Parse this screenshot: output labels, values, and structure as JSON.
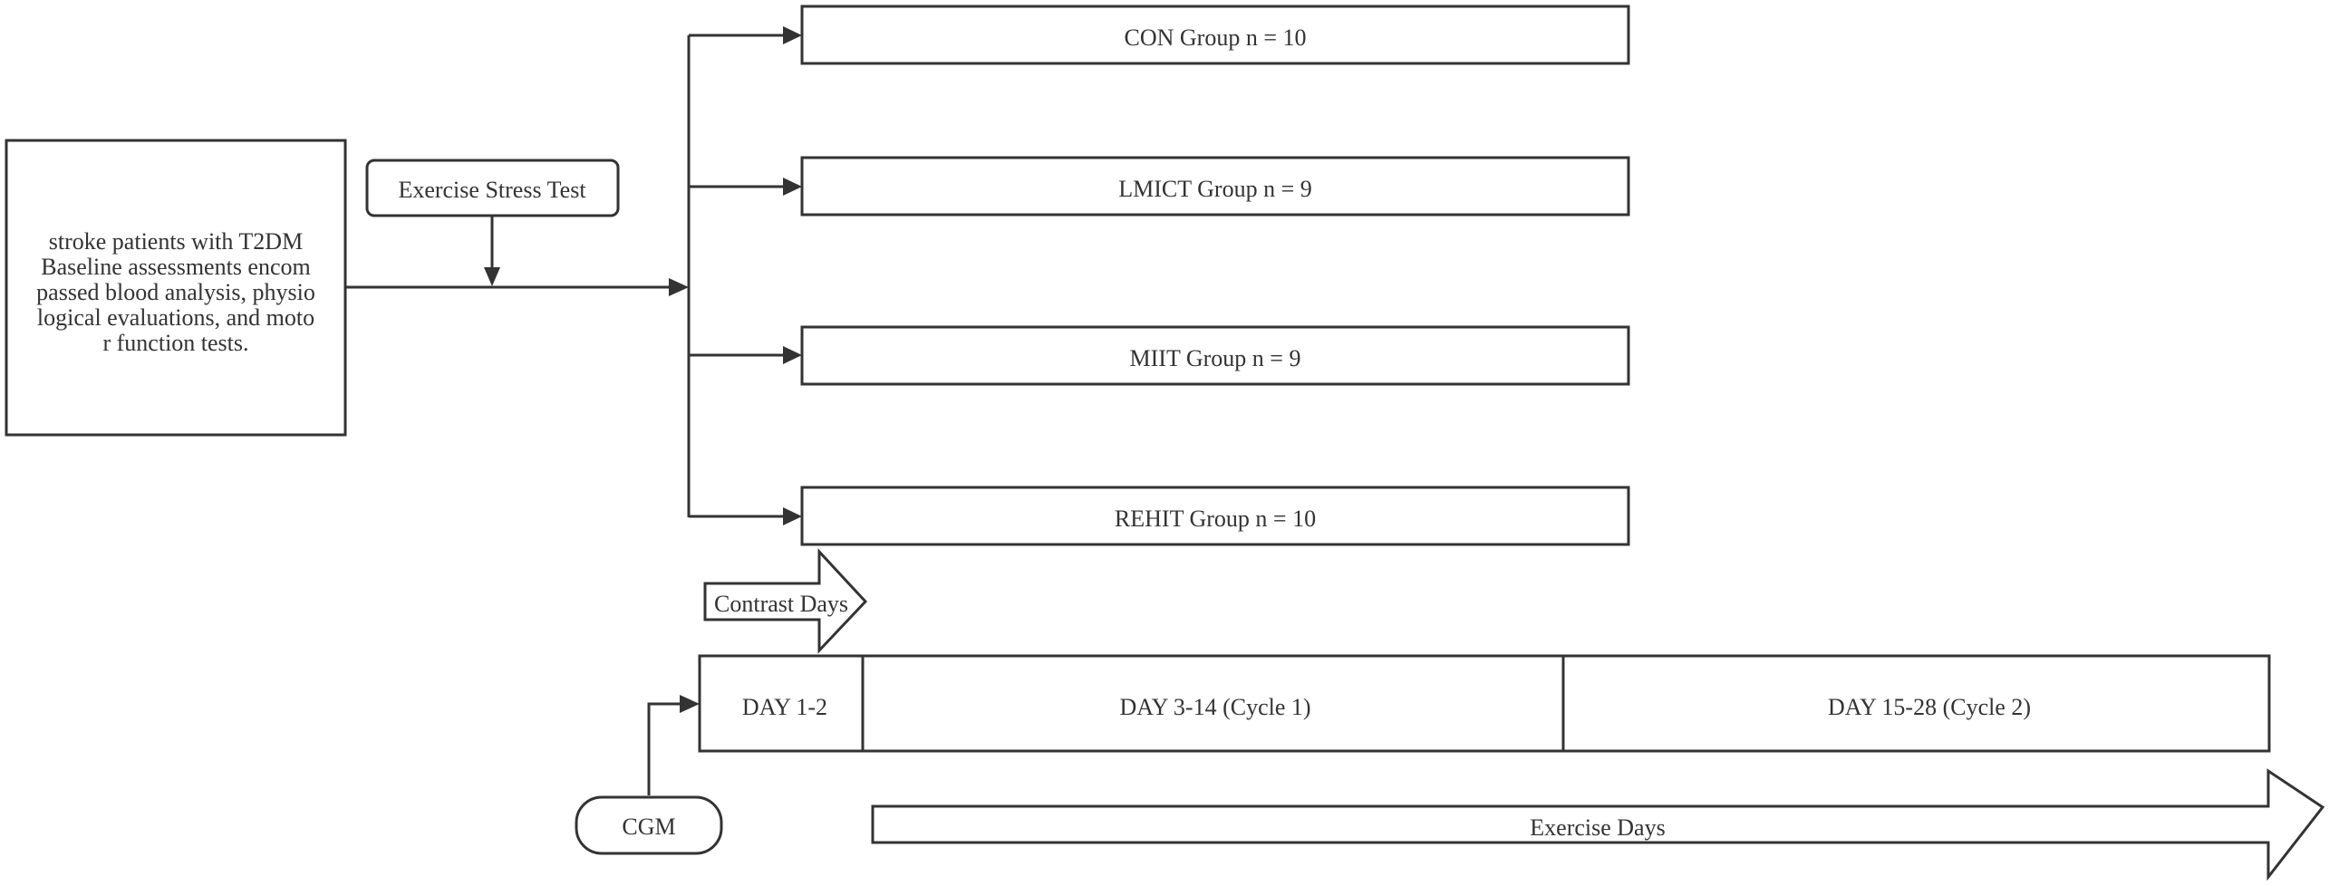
{
  "baseline_box": {
    "lines": [
      "stroke patients with T2DM",
      "Baseline assessments encom",
      "passed blood analysis, physio",
      "logical evaluations, and moto",
      "r function tests."
    ]
  },
  "stress_test": {
    "label": "Exercise Stress Test"
  },
  "groups": [
    {
      "label": "CON Group n = 10"
    },
    {
      "label": "LMICT Group n = 9"
    },
    {
      "label": "MIIT Group n = 9"
    },
    {
      "label": "REHIT Group n = 10"
    }
  ],
  "contrast_days": {
    "label": "Contrast Days"
  },
  "timeline": [
    {
      "label": "DAY 1-2"
    },
    {
      "label": "DAY 3-14 (Cycle 1)"
    },
    {
      "label": "DAY 15-28 (Cycle 2)"
    }
  ],
  "cgm": {
    "label": "CGM"
  },
  "exercise_days": {
    "label": "Exercise Days"
  }
}
